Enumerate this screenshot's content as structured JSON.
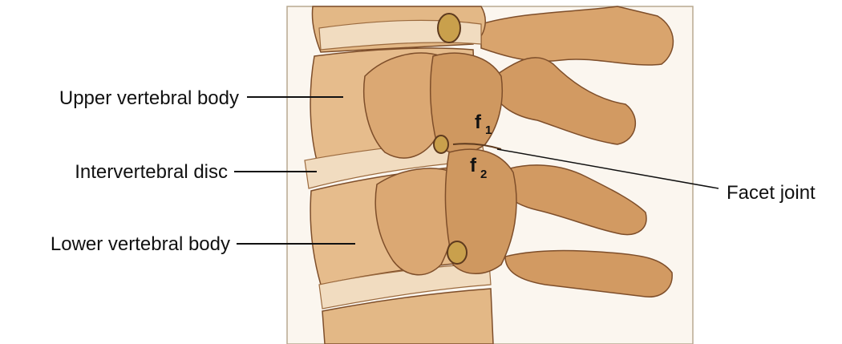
{
  "labels": {
    "upper_vertebral_body": "Upper vertebral body",
    "intervertebral_disc": "Intervertebral disc",
    "lower_vertebral_body": "Lower vertebral body",
    "facet_joint": "Facet joint"
  },
  "facet_labels": {
    "f1_letter": "f",
    "f1_sub": "1",
    "f2_letter": "f",
    "f2_sub": "2"
  },
  "colors": {
    "bone_light": "#e8c092",
    "bone_mid": "#d6a06a",
    "bone_dark": "#a8703e",
    "bone_shadow": "#7e4e2a",
    "disc": "#f1dcc0",
    "frame": "#b8a890",
    "leader": "#111111"
  }
}
